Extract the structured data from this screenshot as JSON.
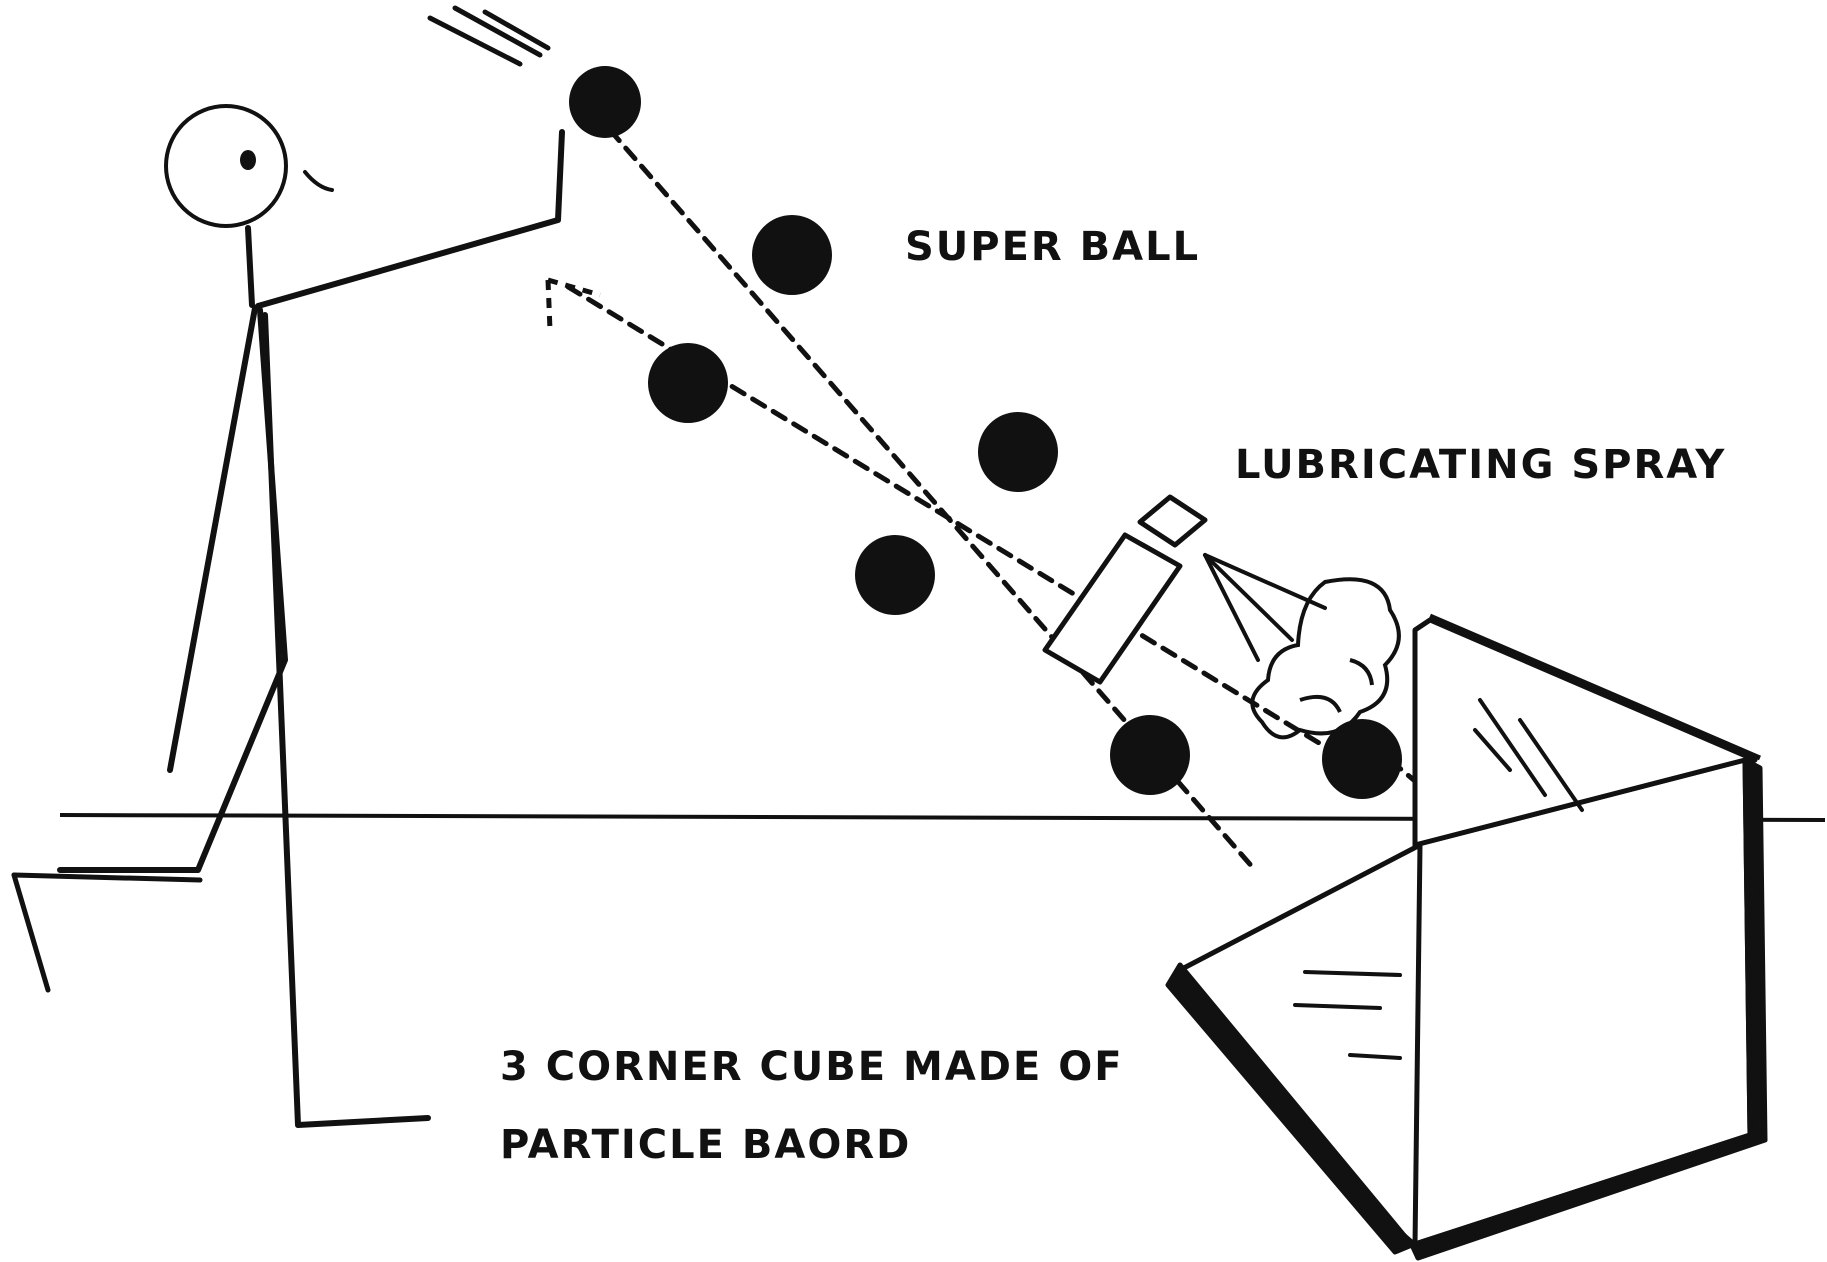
{
  "labels": {
    "super_ball": "SUPER BALL",
    "lubricating_spray": "LUBRICATING SPRAY",
    "cube_line1": "3 CORNER CUBE MADE OF",
    "cube_line2": "PARTICLE BAORD"
  },
  "colors": {
    "ink": "#111111",
    "paper": "#ffffff"
  }
}
